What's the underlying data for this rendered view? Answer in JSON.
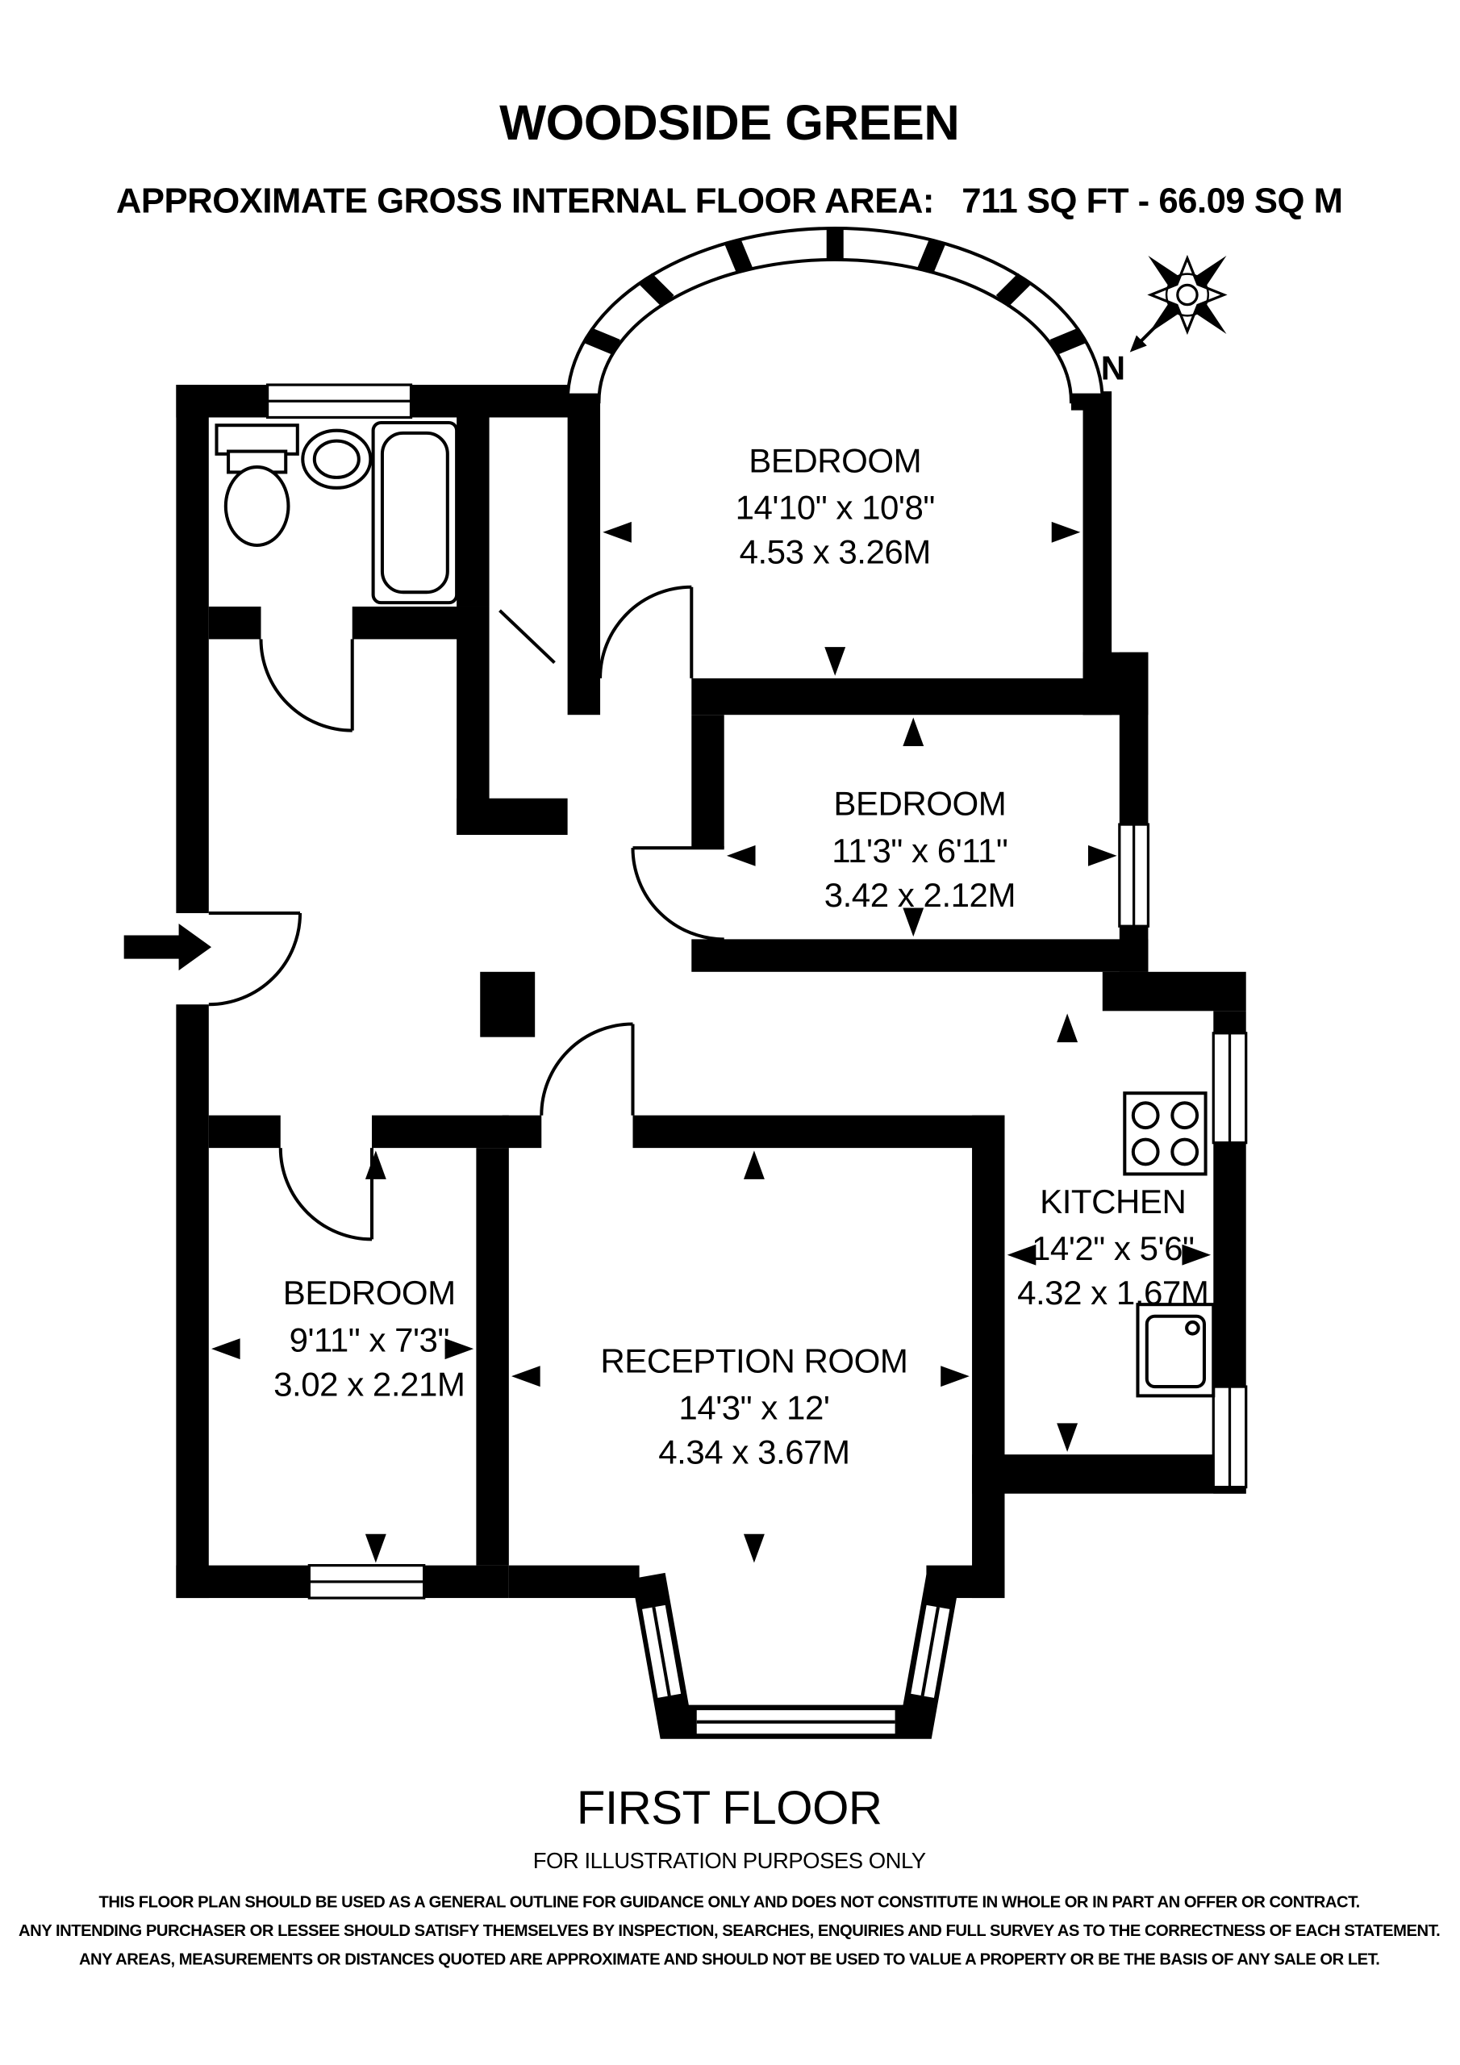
{
  "header": {
    "title": "WOODSIDE GREEN",
    "area_label": "APPROXIMATE GROSS INTERNAL FLOOR AREA:",
    "area_value": "711 SQ FT - 66.09 SQ M"
  },
  "compass": {
    "north_label": "N"
  },
  "rooms": {
    "bedroom_top": {
      "name": "BEDROOM",
      "dims_imperial": "14'10\" x 10'8\"",
      "dims_metric": "4.53 x 3.26M"
    },
    "bedroom_middle": {
      "name": "BEDROOM",
      "dims_imperial": "11'3\" x 6'11\"",
      "dims_metric": "3.42 x 2.12M"
    },
    "bedroom_bottom": {
      "name": "BEDROOM",
      "dims_imperial": "9'11\" x 7'3\"",
      "dims_metric": "3.02 x 2.21M"
    },
    "reception": {
      "name": "RECEPTION ROOM",
      "dims_imperial": "14'3\" x 12'",
      "dims_metric": "4.34 x 3.67M"
    },
    "kitchen": {
      "name": "KITCHEN",
      "dims_imperial": "14'2\" x 5'6\"",
      "dims_metric": "4.32 x 1.67M"
    }
  },
  "footer": {
    "floor_label": "FIRST FLOOR",
    "illustration_note": "FOR ILLUSTRATION PURPOSES ONLY",
    "disclaimer_line1": "THIS FLOOR PLAN SHOULD BE USED AS A GENERAL OUTLINE FOR GUIDANCE ONLY AND DOES NOT CONSTITUTE IN WHOLE OR IN PART AN OFFER OR CONTRACT.",
    "disclaimer_line2": "ANY INTENDING PURCHASER OR LESSEE SHOULD SATISFY THEMSELVES BY INSPECTION, SEARCHES, ENQUIRIES AND FULL SURVEY AS TO THE CORRECTNESS OF EACH STATEMENT.",
    "disclaimer_line3": "ANY AREAS, MEASUREMENTS OR DISTANCES QUOTED ARE APPROXIMATE AND SHOULD NOT BE USED TO VALUE A PROPERTY OR BE THE BASIS OF ANY SALE OR LET."
  },
  "colors": {
    "wall": "#000000",
    "background": "#ffffff"
  }
}
